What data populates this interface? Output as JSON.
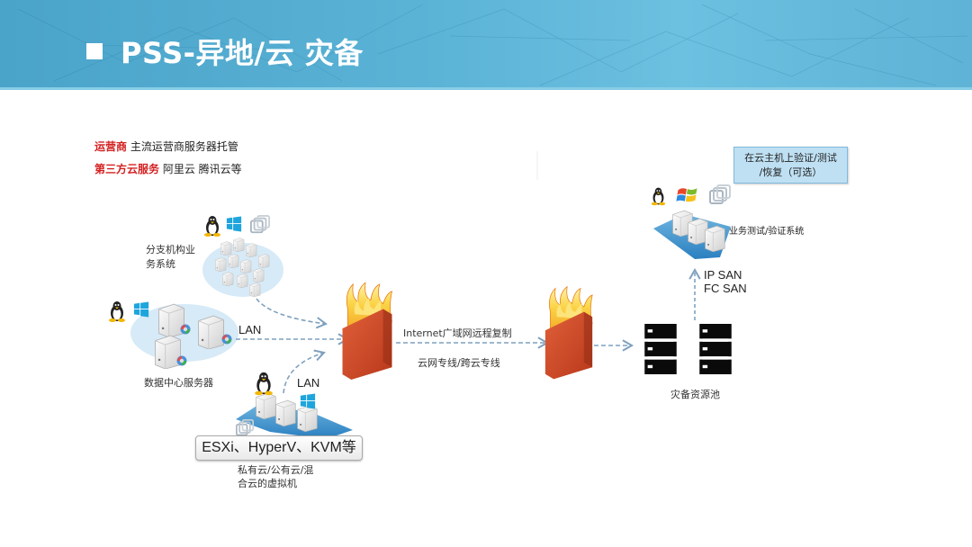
{
  "header": {
    "title": "PSS-异地/云 灾备",
    "bg_color": "#5bb3d6"
  },
  "legend": {
    "line1": {
      "key": "运营商",
      "text": "主流运营商服务器托管"
    },
    "line2": {
      "key": "第三方云服务",
      "text": "阿里云 腾讯云等"
    },
    "key_color": "#d42020"
  },
  "nodes": {
    "branch": {
      "label_line1": "分支机构业",
      "label_line2": "务系统",
      "icons": [
        "linux-icon",
        "windows-icon",
        "vmware-icon"
      ]
    },
    "datacenter": {
      "label": "数据中心服务器",
      "link_label": "LAN",
      "icons": [
        "linux-icon",
        "windows-icon"
      ]
    },
    "virtual": {
      "platforms": "ESXi、HyperV、KVM等",
      "label_line1": "私有云/公有云/混",
      "label_line2": "合云的虚拟机",
      "link_label": "LAN",
      "icons": [
        "linux-icon",
        "windows-icon",
        "vmware-icon"
      ]
    },
    "firewall_left": {
      "icon": "firewall-icon"
    },
    "firewall_right": {
      "icon": "firewall-icon"
    },
    "wan": {
      "label_top": "Internet广域网远程复制",
      "label_bottom": "云网专线/跨云专线"
    },
    "pool": {
      "label": "灾备资源池"
    },
    "san": {
      "line1": "IP SAN",
      "line2": "FC SAN"
    },
    "test": {
      "label": "业务测试/验证系统",
      "icons": [
        "linux-icon",
        "windows-icon",
        "vmware-icon"
      ]
    },
    "note": {
      "line1": "在云主机上验证/测试",
      "line2": "/恢复（可选）"
    }
  }
}
